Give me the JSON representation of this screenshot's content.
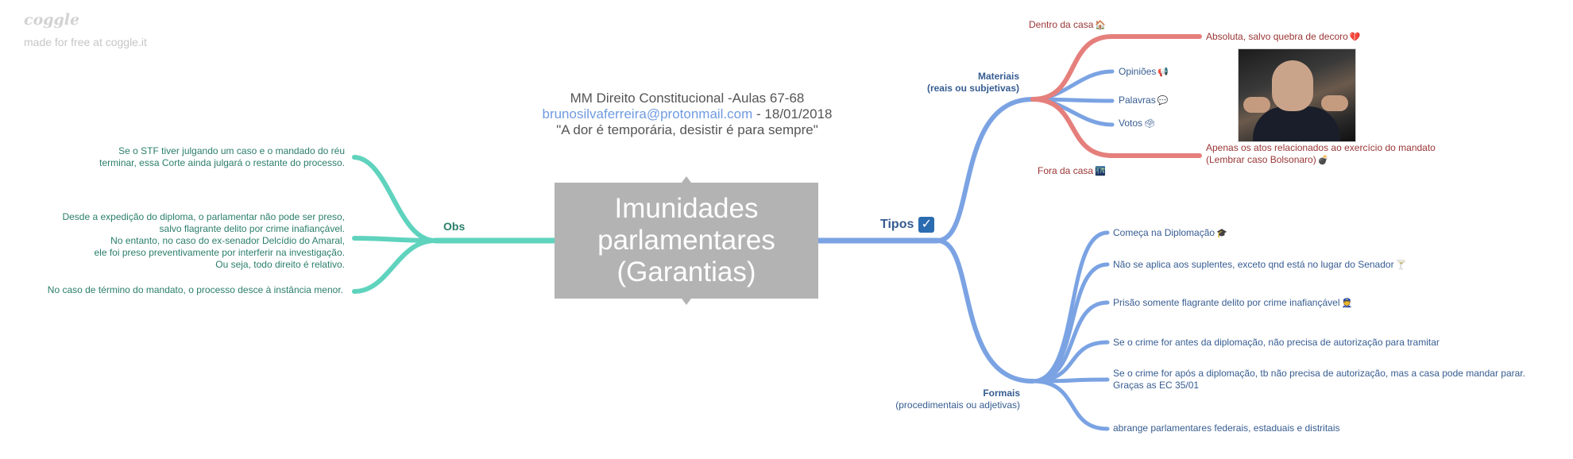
{
  "brand": {
    "logo": "coggle",
    "tagline": "made for free at coggle.it"
  },
  "header": {
    "title": "MM Direito Constitucional -Aulas 67-68",
    "email": "brunosilvaferreira@protonmail.com",
    "date": " - 18/01/2018",
    "quote": "\"A dor é temporária, desistir é para sempre\""
  },
  "central": {
    "line1": "Imunidades",
    "line2": "parlamentares",
    "line3": "(Garantias)"
  },
  "obs": {
    "label": "Obs",
    "items": [
      {
        "line1": "Se o STF tiver julgando um caso e o mandado do réu",
        "line2": "terminar, essa Corte ainda julgará o restante do processo."
      },
      {
        "line1": "Desde a expedição do diploma, o parlamentar não pode ser preso,",
        "line2": "salvo flagrante delito por crime inafiançável.",
        "line3": "No entanto, no caso do ex-senador Delcídio do Amaral,",
        "line4": "ele foi preso preventivamente por interferir na investigação.",
        "line5": "Ou seja, todo direito é relativo."
      },
      {
        "line1": "No caso de término do mandato, o processo desce à instância menor."
      }
    ]
  },
  "tipos": {
    "label": "Tipos",
    "check_icon": "check-box-icon",
    "materiais": {
      "label1": "Materiais",
      "label2": "(reais ou subjetivas)",
      "dentro": {
        "label": "Dentro da casa",
        "emoji": "🏠",
        "child": "Absoluta, salvo quebra de decoro",
        "child_emoji": "💔"
      },
      "middle": [
        {
          "label": "Opiniões",
          "emoji": "📢"
        },
        {
          "label": "Palavras",
          "emoji": "💬"
        },
        {
          "label": "Votos",
          "emoji": "🗳"
        }
      ],
      "fora": {
        "label": "Fora da casa",
        "emoji": "🌃",
        "child1": "Apenas os atos relacionados ao exercício do mandato",
        "child2": "(Lembrar caso Bolsonaro)",
        "child_emoji": "💣"
      }
    },
    "formais": {
      "label1": "Formais",
      "label2": "(procedimentais ou adjetivas)",
      "items": [
        {
          "text": "Começa na Diplomação",
          "emoji": "🎓"
        },
        {
          "text": "Não se aplica aos suplentes, exceto qnd está no lugar do Senador",
          "emoji": "🍸"
        },
        {
          "text": "Prisão somente flagrante delito por crime inafiançável",
          "emoji": "👮"
        },
        {
          "text": "Se o crime for antes da diplomação, não precisa de autorização para tramitar"
        },
        {
          "text": "Se o crime for após a diplomação, tb não precisa de autorização, mas a casa pode mandar parar.",
          "text2": "Graças as EC 35/01"
        },
        {
          "text": "abrange parlamentares federais, estaduais e distritais"
        }
      ]
    }
  },
  "colors": {
    "obs": "#5fd3bd",
    "tipos": "#7ba3e3",
    "materiais_red": "#e57f7c",
    "central": "#b3b3b3"
  }
}
